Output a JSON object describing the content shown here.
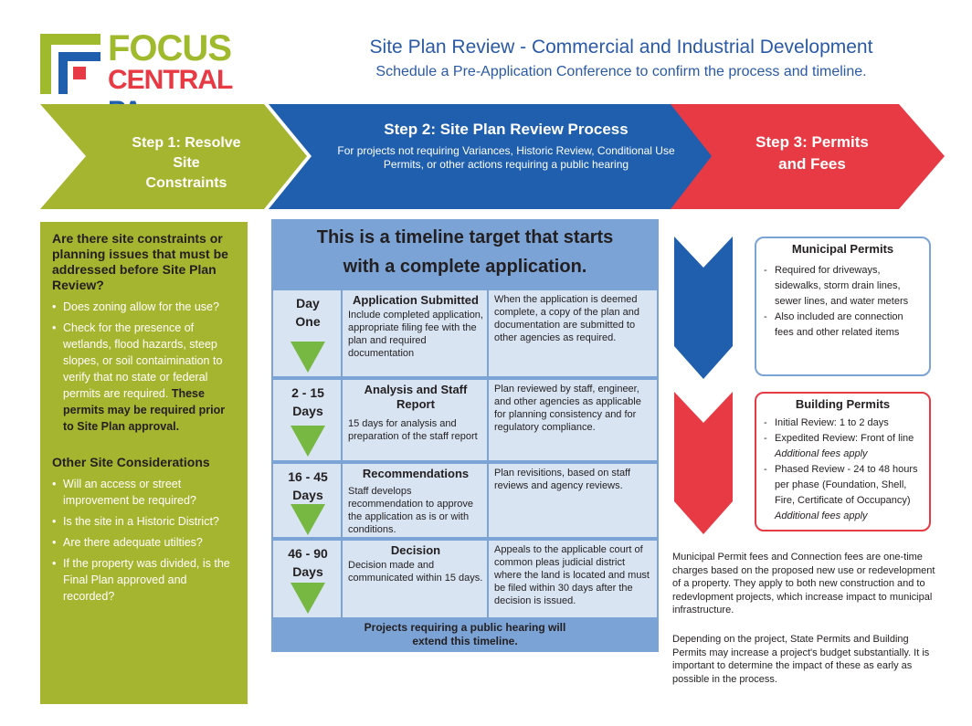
{
  "brand": {
    "line1": "FOCUS",
    "line2_main": "CENTRAL",
    "line2_suffix": "PA",
    "colors": {
      "green": "#a0ba2e",
      "red": "#e83a44",
      "blue": "#1f5fad"
    }
  },
  "header": {
    "title": "Site Plan Review - Commercial and Industrial Development",
    "subtitle": "Schedule a Pre-Application Conference to confirm the process and timeline."
  },
  "steps": {
    "step1": {
      "line1": "Step 1:  Resolve",
      "line2": "Site Constraints",
      "color": "#a6b52f"
    },
    "step2": {
      "title": "Step 2: Site Plan Review Process",
      "desc": "For projects not requiring Variances, Historic Review, Conditional Use Permits, or other actions requiring a public hearing",
      "color": "#1f5fad"
    },
    "step3": {
      "line1": "Step 3: Permits",
      "line2": "and Fees",
      "color": "#e83a44"
    }
  },
  "left": {
    "q_heading": "Are there site constraints or planning issues that must be addressed before Site Plan Review?",
    "q_items": [
      "Does zoning allow for the use?",
      "Check for the presence of wetlands, flood hazards, steep slopes, or soil contaimination to verify that no state or federal permits are required."
    ],
    "q_bold_note": "These permits may be required prior to Site Plan approval.",
    "other_heading": "Other Site Considerations",
    "other_items": [
      "Will an access or street improvement be required?",
      "Is the site in a Historic District?",
      "Are there adequate utilties?",
      "If the property was divided, is the Final Plan approved and recorded?"
    ]
  },
  "timeline": {
    "heading_line1": "This is a timeline target that starts",
    "heading_line2": "with  a complete application.",
    "rows": [
      {
        "day1": "Day",
        "day2": "One",
        "title": "Application Submitted",
        "desc": "Include completed application, appropriate filing fee with the plan and required documentation",
        "note": "When the application is deemed complete, a copy of the plan and documentation are submitted to other agencies as required."
      },
      {
        "day1": "2 - 15",
        "day2": "Days",
        "title": "Analysis and Staff Report",
        "desc": "15 days for analysis and preparation of the staff report",
        "note": "Plan reviewed by staff, engineer, and other agencies as applicable for planning consistency and for regulatory compliance."
      },
      {
        "day1": "16 - 45",
        "day2": "Days",
        "title": "Recommendations",
        "desc": "Staff develops recommendation to approve the application as is or with conditions.",
        "note": "Plan revisitions, based on staff reviews and agency reviews."
      },
      {
        "day1": "46 - 90",
        "day2": "Days",
        "title": "Decision",
        "desc": "Decision made and communicated within 15 days.",
        "note": "Appeals to the applicable court of common pleas judicial district where the land is located and must be filed within 30 days after the decision is issued."
      }
    ],
    "footer_line1": "Projects requiring a public hearing will",
    "footer_line2": "extend this timeline."
  },
  "permits": {
    "municipal": {
      "title": "Municipal  Permits",
      "items": [
        "Required for driveways, sidewalks, storm drain lines, sewer lines, and water meters",
        "Also included are connection fees and other related items"
      ]
    },
    "building": {
      "title": "Building Permits",
      "item1": "Initial Review: 1 to 2 days",
      "item2": "Expedited Review:  Front of line",
      "item2_note": "Additional fees apply",
      "item3": "Phased Review - 24 to 48 hours per phase (Foundation, Shell, Fire, Certificate of Occupancy)",
      "item3_note": "Additional fees apply"
    },
    "note1": "Municipal Permit fees and Connection fees are one-time charges based on the proposed new use or redevelopment of a property. They apply to both new construction and to redevlopment projects, which increase impact to municipal infrastructure.",
    "note2": "Depending on the project, State Permits and Building Permits may increase a project's budget substantially. It is important to determine the impact of these as early as possible in the process."
  }
}
